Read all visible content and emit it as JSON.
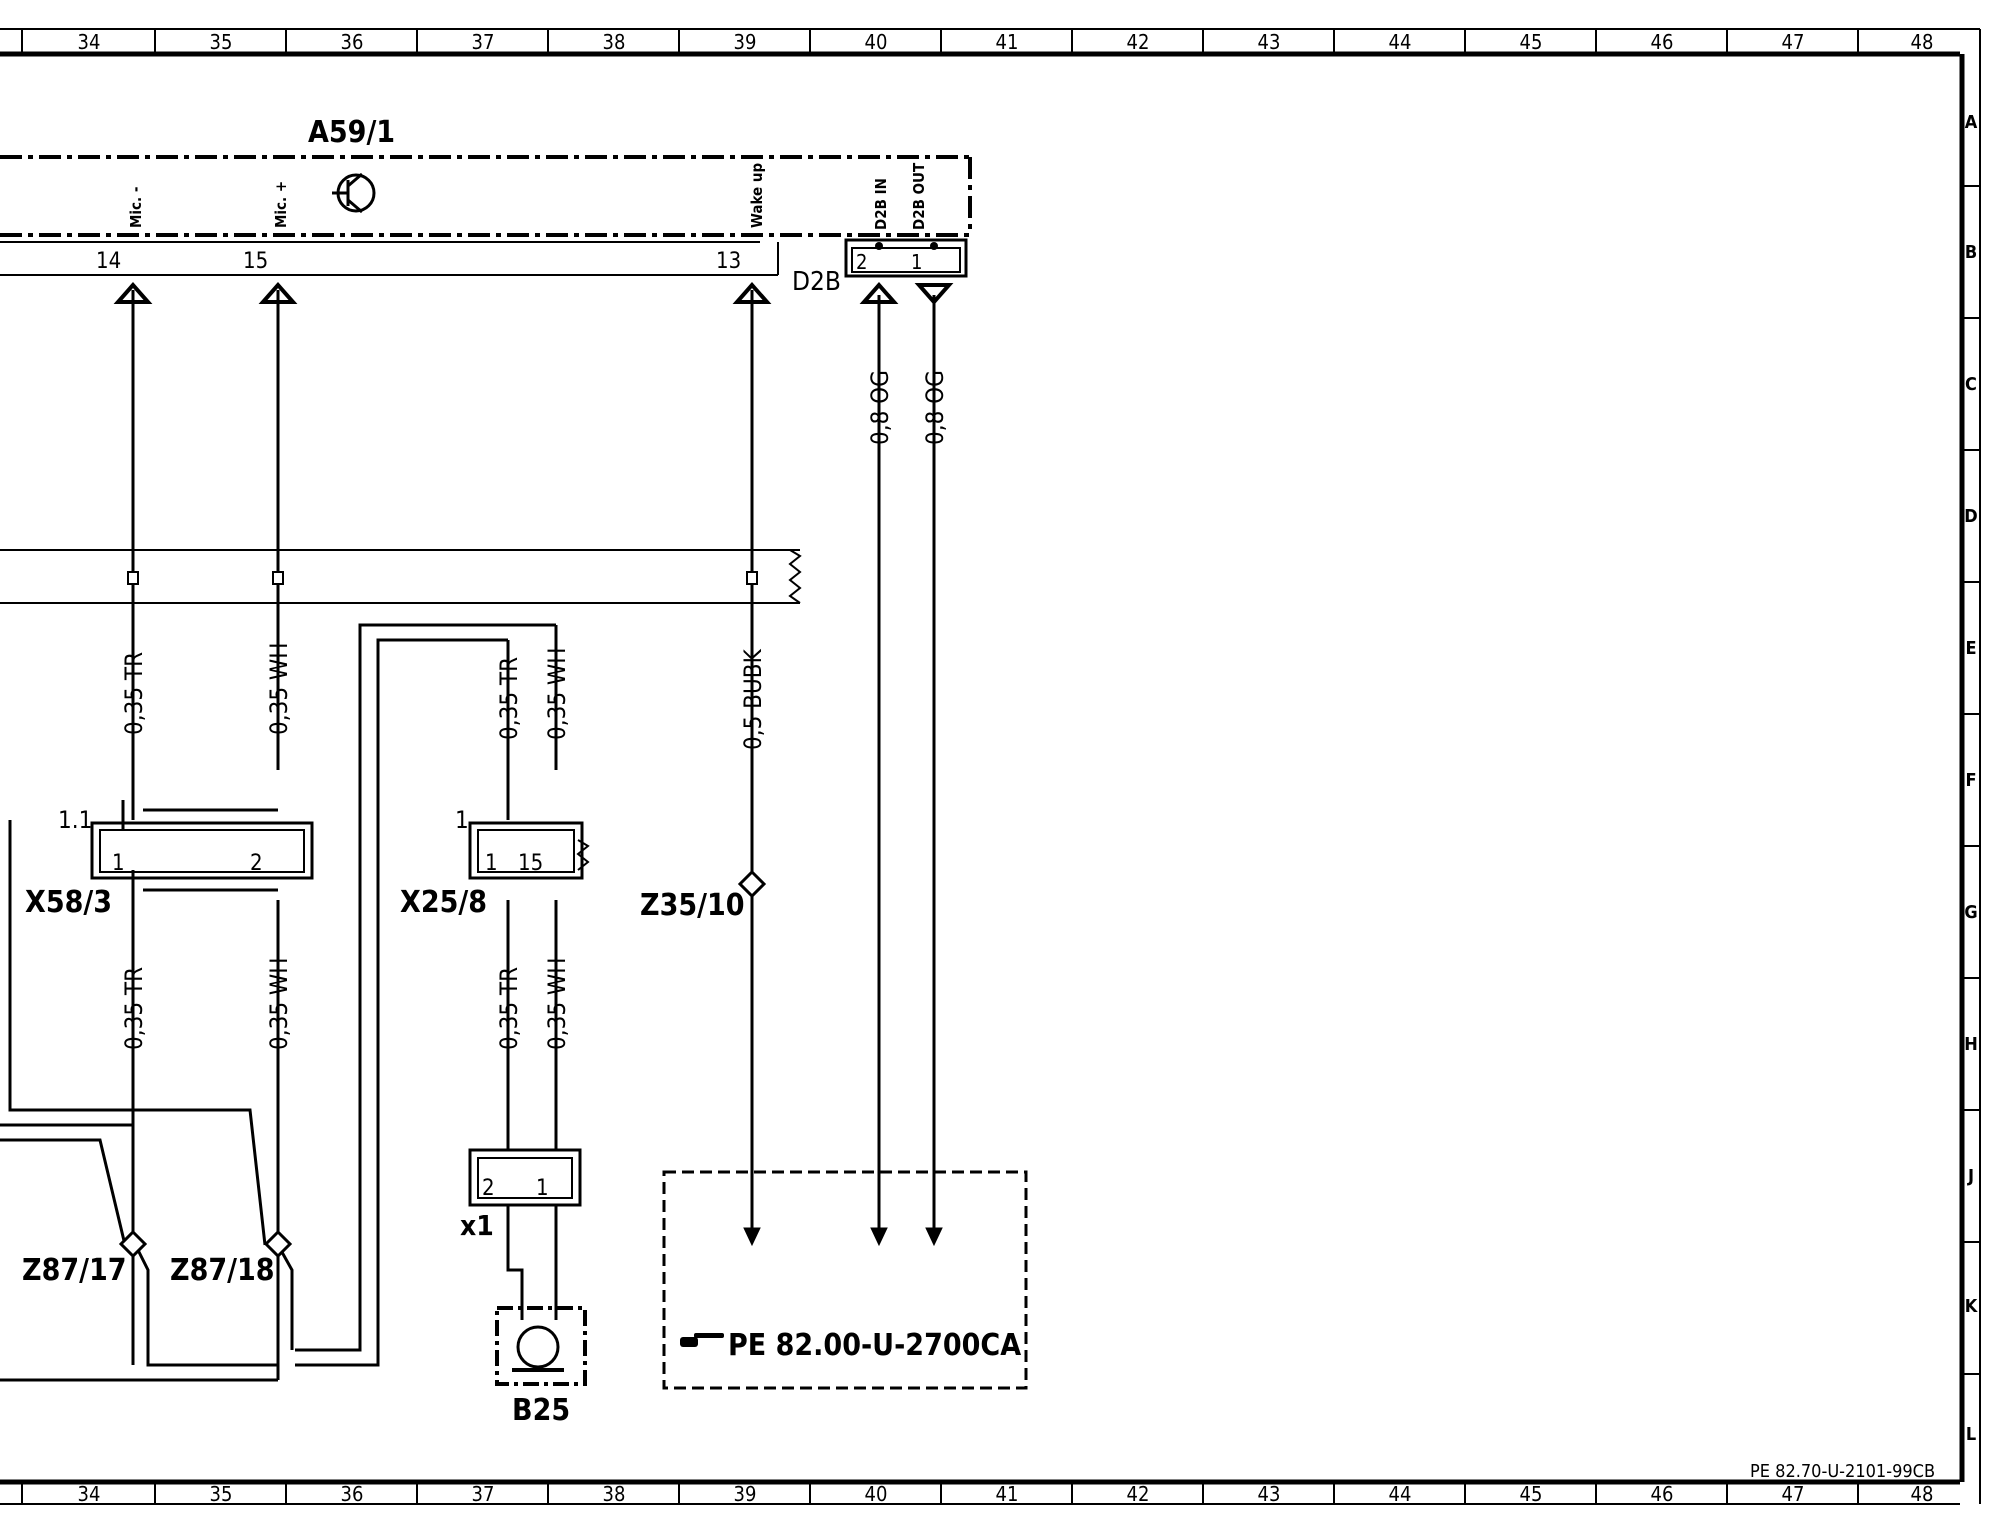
{
  "frame": {
    "column_labels": [
      "34",
      "35",
      "36",
      "37",
      "38",
      "39",
      "40",
      "41",
      "42",
      "43",
      "44",
      "45",
      "46",
      "47",
      "48"
    ],
    "row_labels": [
      "A",
      "B",
      "C",
      "D",
      "E",
      "F",
      "G",
      "H",
      "J",
      "K",
      "L"
    ],
    "doc_number": "PE 82.70-U-2101-99CB"
  },
  "module": {
    "name": "A59/1",
    "pins": [
      {
        "number": "14",
        "signal": "Mic. -"
      },
      {
        "number": "15",
        "signal": "Mic. +"
      },
      {
        "number": "13",
        "signal": "Wake up"
      }
    ],
    "d2b_connector": {
      "name": "D2B",
      "pins": [
        {
          "number": "2",
          "signal": "D2B IN"
        },
        {
          "number": "1",
          "signal": "D2B OUT"
        }
      ]
    }
  },
  "wires": {
    "tr_upper": "0,35 TR",
    "wh_upper": "0,35 WH",
    "wake": "0,5 BUBK",
    "d2b_in": "0,8 OG",
    "d2b_out": "0,8 OG",
    "tr_lower": "0,35 TR",
    "wh_lower": "0,35 WH",
    "tr_x25_upper": "0,35 TR",
    "wh_x25_upper": "0,35 WH",
    "tr_x25_lower": "0,35 TR",
    "wh_x25_lower": "0,35 WH"
  },
  "connectors": {
    "x58": {
      "name": "X58/3",
      "ref": "1.1",
      "pin1": "1",
      "pin2": "2"
    },
    "x25": {
      "name": "X25/8",
      "ref": "1",
      "pin1": "1",
      "pin2": "15"
    },
    "x1": {
      "name": "x1",
      "pin1": "2",
      "pin2": "1"
    }
  },
  "splices": {
    "z35": "Z35/10",
    "z87_17": "Z87/17",
    "z87_18": "Z87/18"
  },
  "components": {
    "b25": "B25"
  },
  "reference": {
    "icon": "pointing-hand-icon",
    "text": "PE  82.00-U-2700CA"
  }
}
